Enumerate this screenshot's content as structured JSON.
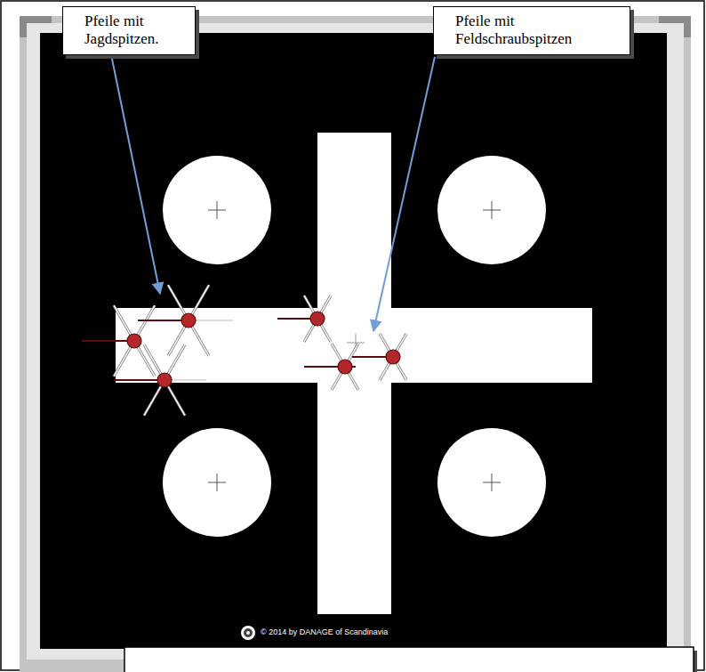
{
  "diagram": {
    "nodes": [
      {
        "text": [
          "Pfeile mit Jagdspitzen."
        ]
      },
      {
        "text": [
          "Pfeile mit Feldschraubspitzen"
        ]
      }
    ],
    "labels": [
      "© 2014 by DANAGE of Scandinavia"
    ]
  }
}
